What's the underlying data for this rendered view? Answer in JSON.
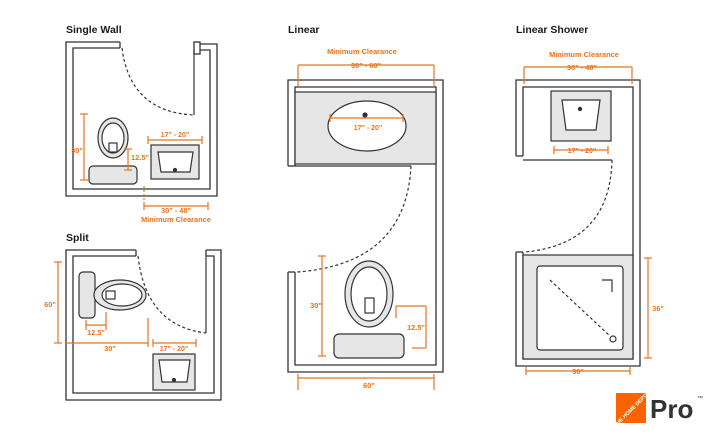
{
  "colors": {
    "accent": "#e8731e",
    "line": "#333333",
    "fixture": "#e6e6e6",
    "door": "#333333",
    "brand": "#f96302"
  },
  "layouts": {
    "single_wall": {
      "title": "Single Wall",
      "toilet_depth": "30\"",
      "toilet_side": "12.5\"",
      "sink_width": "17\" - 20\"",
      "room_width": "30\" - 48\"",
      "clearance_label": "Minimum Clearance"
    },
    "split": {
      "title": "Split",
      "room_depth": "60\"",
      "toilet_side": "12.5\"",
      "toilet_width": "30\"",
      "sink_width": "17\" - 20\""
    },
    "linear": {
      "title": "Linear",
      "clearance_label": "Minimum Clearance",
      "vanity_width": "30\" - 60\"",
      "sink_width": "17\" - 20\"",
      "toilet_depth": "30\"",
      "toilet_side": "12.5\"",
      "room_width": "60\""
    },
    "linear_shower": {
      "title": "Linear Shower",
      "clearance_label": "Minimum Clearance",
      "vanity_width": "30\" - 48\"",
      "sink_width": "17\" - 20\"",
      "shower_depth": "36\"",
      "shower_width": "36\""
    }
  },
  "brand": {
    "logo_text": "THE HOME DEPOT",
    "pro_label": "Pro",
    "tm": "™"
  }
}
